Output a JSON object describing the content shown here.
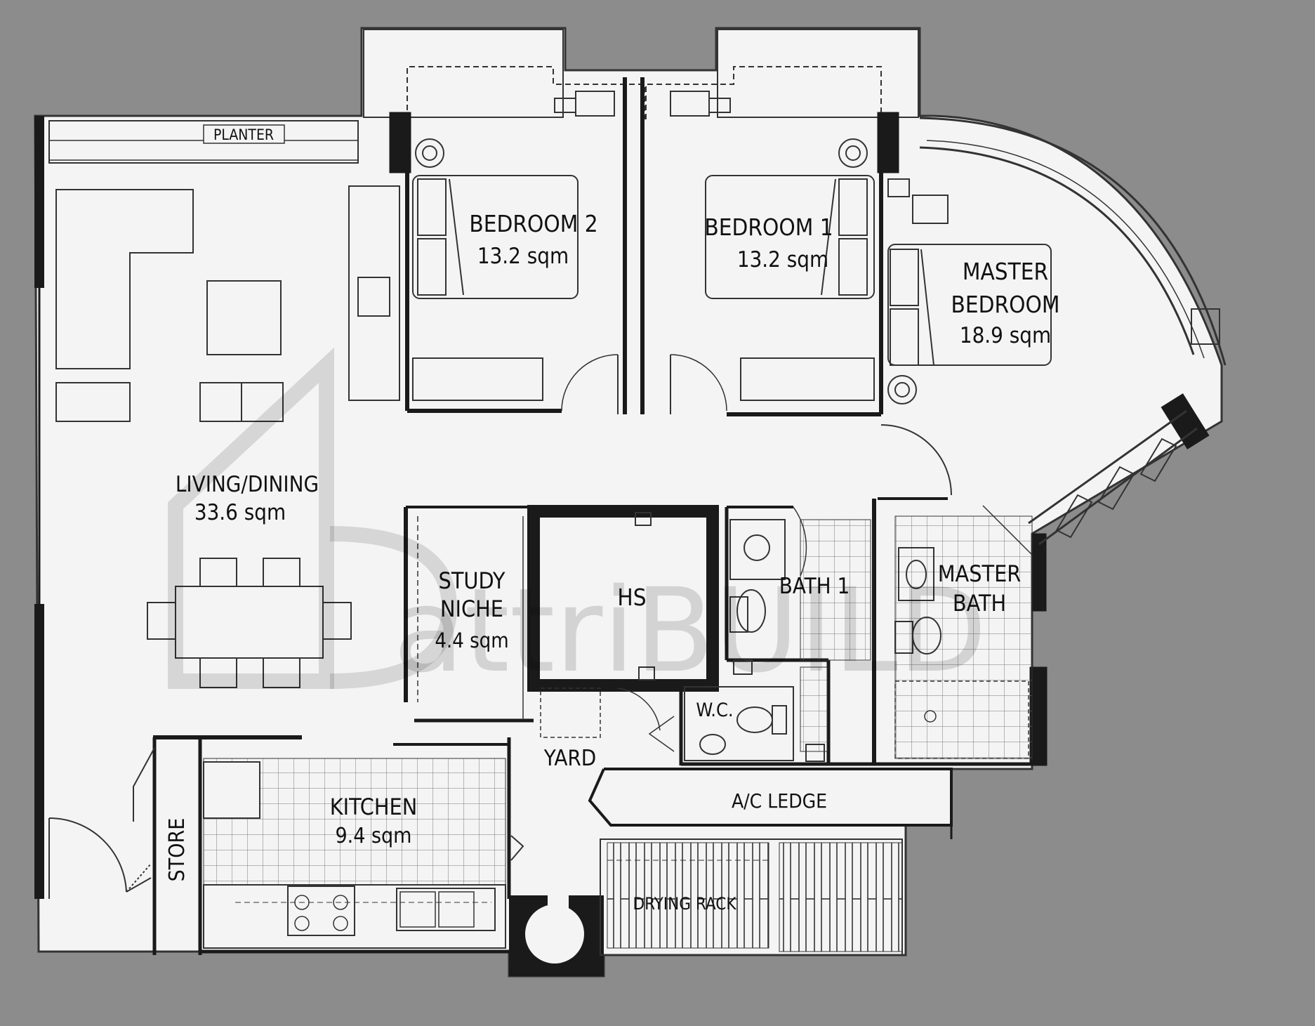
{
  "rooms": {
    "planter": "PLANTER",
    "bedroom2": {
      "name": "BEDROOM 2",
      "area": "13.2 sqm"
    },
    "bedroom1": {
      "name": "BEDROOM 1",
      "area": "13.2 sqm"
    },
    "master_bedroom": {
      "name_line1": "MASTER",
      "name_line2": "BEDROOM",
      "area": "18.9 sqm"
    },
    "living_dining": {
      "name": "LIVING/DINING",
      "area": "33.6 sqm"
    },
    "study_niche": {
      "name_line1": "STUDY",
      "name_line2": "NICHE",
      "area": "4.4 sqm"
    },
    "hs": "HS",
    "bath1": "BATH 1",
    "master_bath": {
      "name_line1": "MASTER",
      "name_line2": "BATH"
    },
    "wc": "W.C.",
    "yard": "YARD",
    "kitchen": {
      "name": "KITCHEN",
      "area": "9.4 sqm"
    },
    "store": "STORE",
    "ac_ledge": "A/C   LEDGE",
    "drying_rack": "DRYING RACK"
  },
  "watermark": "attriBUILD",
  "colors": {
    "background": "#8c8c8c",
    "floor": "#f4f4f4",
    "wall": "#1a1a1a",
    "line": "#333333"
  }
}
